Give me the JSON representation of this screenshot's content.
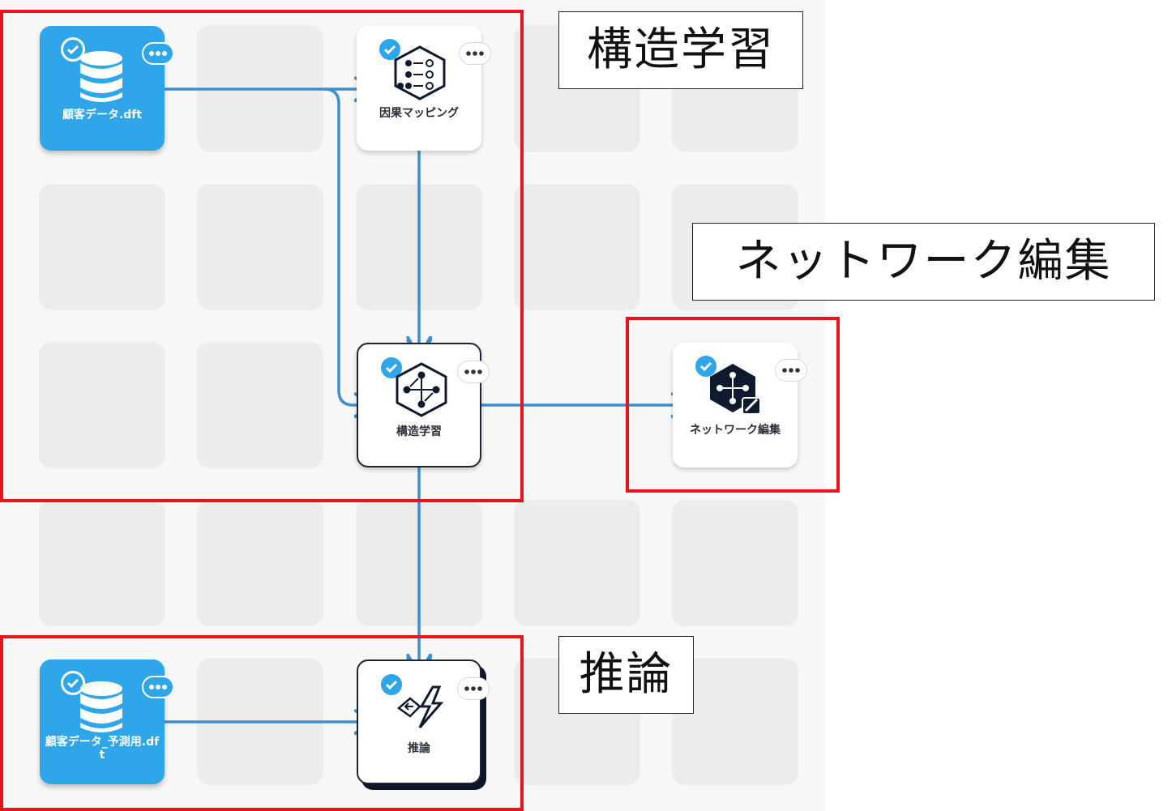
{
  "nodes": {
    "customer_data": {
      "label": "顧客データ.dft"
    },
    "causal_mapping": {
      "label": "因果マッピング"
    },
    "structure_learning": {
      "label": "構造学習"
    },
    "network_edit": {
      "label": "ネットワーク編集"
    },
    "prediction_data": {
      "label": "顧客データ_予測用.dft"
    },
    "inference": {
      "label": "推論"
    }
  },
  "callouts": {
    "structure_learning": "構造学習",
    "network_edit": "ネットワーク編集",
    "inference": "推論"
  },
  "colors": {
    "accent": "#2fa6ea",
    "connector": "#3d8fcf",
    "highlight": "#e8141b",
    "icon_dark": "#0f1a2e"
  }
}
